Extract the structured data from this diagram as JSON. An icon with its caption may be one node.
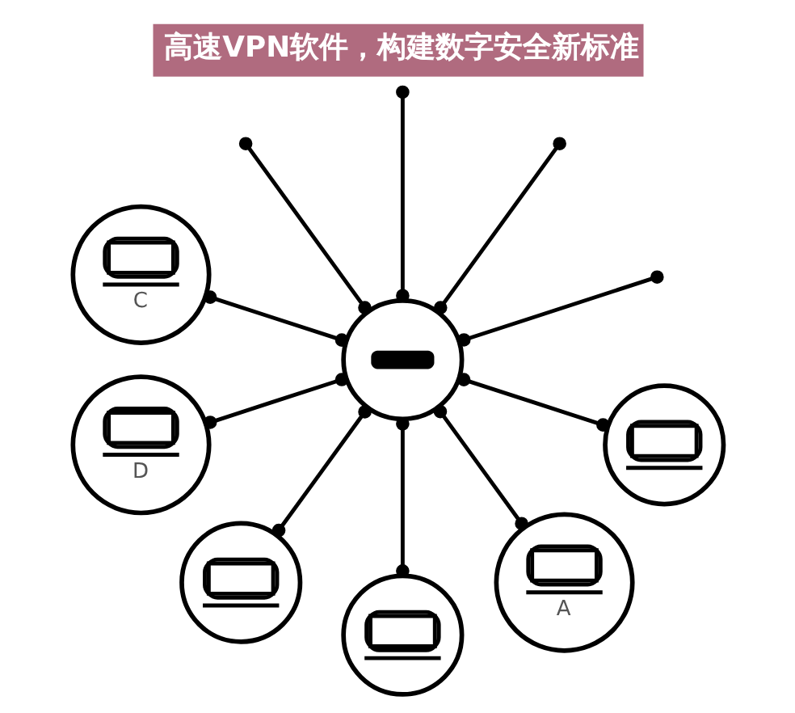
{
  "diagram": {
    "title": "高速VPN软件，构建数字安全新标准",
    "nodes": [
      {
        "text": [
          "C"
        ]
      },
      {
        "text": [
          "D"
        ]
      },
      {
        "text": [],
        "shape": "circle"
      },
      {
        "text": [],
        "shape": "circle"
      },
      {
        "text": [
          "A"
        ]
      },
      {
        "text": [],
        "shape": "circle"
      },
      {
        "text": [],
        "shape": "circle"
      }
    ],
    "edges": [
      {
        "from": 0,
        "to": 5,
        "arrow": "other"
      },
      {
        "from": 1,
        "to": 5,
        "arrow": "other"
      },
      {
        "from": 2,
        "to": 5,
        "arrow": "other"
      },
      {
        "from": 3,
        "to": 5,
        "arrow": "other"
      },
      {
        "from": 4,
        "to": 5,
        "arrow": "other"
      },
      {
        "from": 5,
        "to": null,
        "arrow": "other"
      },
      {
        "from": 5,
        "to": null,
        "arrow": "other"
      },
      {
        "from": 5,
        "to": null,
        "arrow": "other"
      },
      {
        "from": 5,
        "to": null,
        "arrow": "other"
      },
      {
        "from": 6,
        "to": 5,
        "arrow": "other"
      }
    ]
  }
}
